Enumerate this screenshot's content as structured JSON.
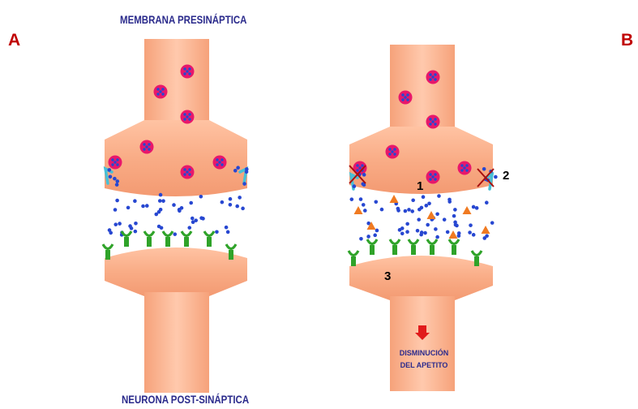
{
  "panels": {
    "left_letter": "A",
    "right_letter": "B"
  },
  "labels": {
    "presynaptic": "MEMBRANA PRESINÁPTICA",
    "postsynaptic": "NEURONA POST-SINÁPTICA",
    "effect": "DISMINUCIÓN DEL APETITO"
  },
  "markers": {
    "one": "1",
    "two": "2",
    "three": "3"
  },
  "colors": {
    "neuron_fill": "#f9ac86",
    "neuron_highlight": "#ffd0b8",
    "vesicle": "#e8176b",
    "neurotransmitter": "#2747d1",
    "receptor": "#2fa329",
    "transporter": "#47c0d6",
    "drug_triangle": "#f07a21",
    "block_cross": "#a80f0f",
    "arrow": "#e11b1b",
    "caption_text": "#2b2b8c",
    "letter_text": "#c00000"
  }
}
